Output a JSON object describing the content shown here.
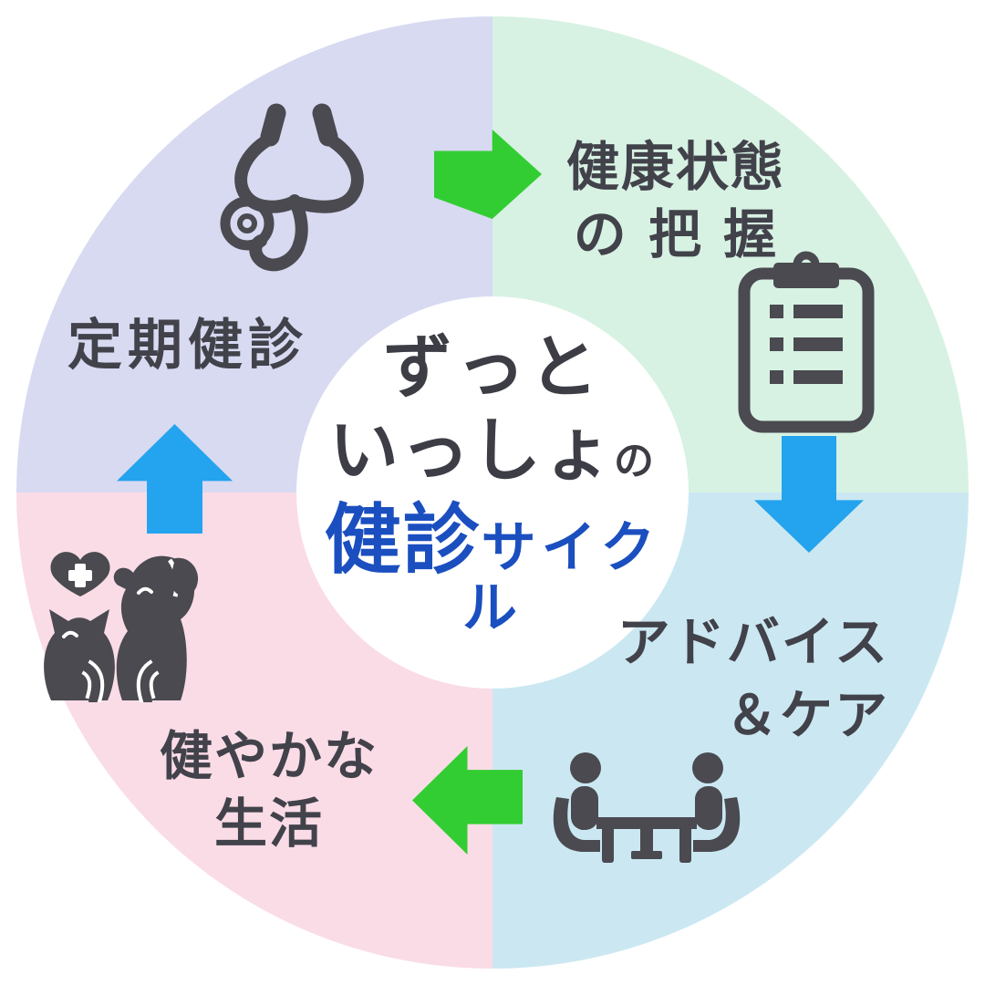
{
  "diagram": {
    "center": {
      "line1": "ずっと",
      "line2_main": "いっしょ",
      "line2_small": "の",
      "line3_main": "健診",
      "line3_sub": "サイクル"
    },
    "quadrants": {
      "top_left": {
        "label": "定期健診",
        "icon": "stethoscope-icon",
        "color": "#d7daf1"
      },
      "top_right": {
        "label_line1": "健康状態",
        "label_line2": "の 把 握",
        "icon": "clipboard-checklist-icon",
        "color": "#d7f2e3"
      },
      "bottom_right": {
        "label_line1": "アドバイス",
        "label_line2": "＆ケア",
        "icon": "consultation-icon",
        "color": "#cbe8f2"
      },
      "bottom_left": {
        "label_line1": "健やかな",
        "label_line2": "生活",
        "icon": "dog-and-cat-icon",
        "color": "#fadce6"
      }
    },
    "arrows": {
      "top": {
        "direction": "right",
        "color": "#32cd32"
      },
      "right": {
        "direction": "down",
        "color": "#24a3ee"
      },
      "bottom": {
        "direction": "left",
        "color": "#32cd32"
      },
      "left": {
        "direction": "up",
        "color": "#24a3ee"
      }
    },
    "colors": {
      "background": "#ffffff",
      "center_circle": "#ffffff",
      "icon_gray": "#4a4a50",
      "label_text": "#42424b",
      "center_text_dark": "#3d3d46",
      "center_text_blue": "#1b4fc0"
    }
  }
}
